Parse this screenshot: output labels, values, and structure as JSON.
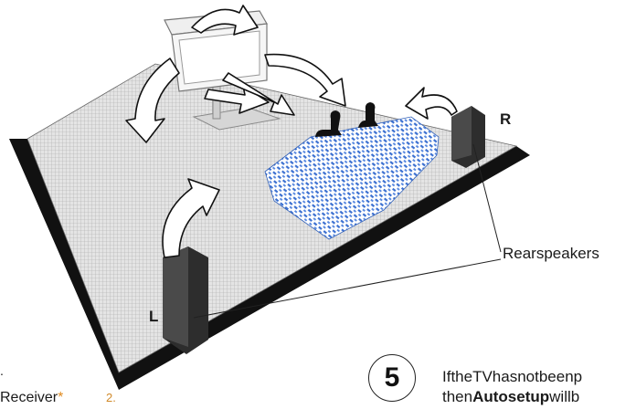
{
  "labels": {
    "rear_speakers": "Rearspeakers",
    "right": "R",
    "left": "L"
  },
  "fragments": {
    "dot": ".",
    "receiver": "Receiver",
    "receiver_mark": "*",
    "two": "2."
  },
  "step": {
    "number": "5",
    "line1": "IftheTVhasnotbeenp",
    "line2_pre": "then",
    "line2_bold": "Autosetup",
    "line2_post": "willb"
  }
}
